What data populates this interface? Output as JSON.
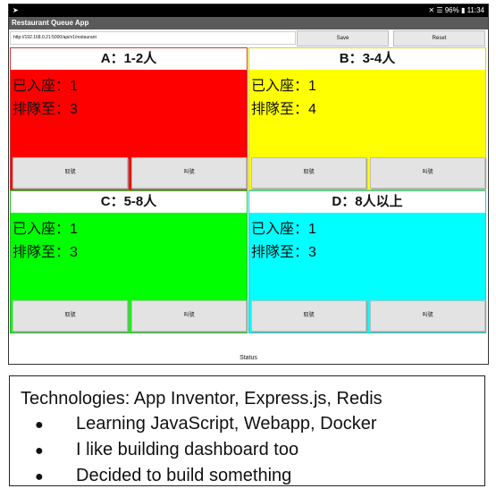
{
  "statusbar": {
    "left_icon": "navigation-arrow-icon",
    "right_text": "✕ ☰ 96% ▮ 11:34"
  },
  "app": {
    "title": "Restaurant Queue App"
  },
  "toolbar": {
    "url_value": "http://192.168.0.21:5000/api/v1/restaurant",
    "save_label": "Save",
    "reset_label": "Reset"
  },
  "panels": [
    {
      "title": "A：1-2人",
      "seated": "已入座：1",
      "queue": "排隊至：3",
      "cancel_label": "取號",
      "call_label": "叫號",
      "color": "#ff0000"
    },
    {
      "title": "B：3-4人",
      "seated": "已入座：1",
      "queue": "排隊至：4",
      "cancel_label": "取號",
      "call_label": "叫號",
      "color": "#ffff00"
    },
    {
      "title": "C：5-8人",
      "seated": "已入座：1",
      "queue": "排隊至：3",
      "cancel_label": "取號",
      "call_label": "叫號",
      "color": "#00ff00"
    },
    {
      "title": "D：8人以上",
      "seated": "已入座：1",
      "queue": "排隊至：3",
      "cancel_label": "取號",
      "call_label": "叫號",
      "color": "#00ffff"
    }
  ],
  "status": {
    "label": "Status"
  },
  "slide": {
    "title": "Technologies: App Inventor, Express.js, Redis",
    "bullet_glyph": "●",
    "bullets": [
      "Learning JavaScript, Webapp, Docker",
      "I like building dashboard too",
      "Decided to build something"
    ]
  }
}
